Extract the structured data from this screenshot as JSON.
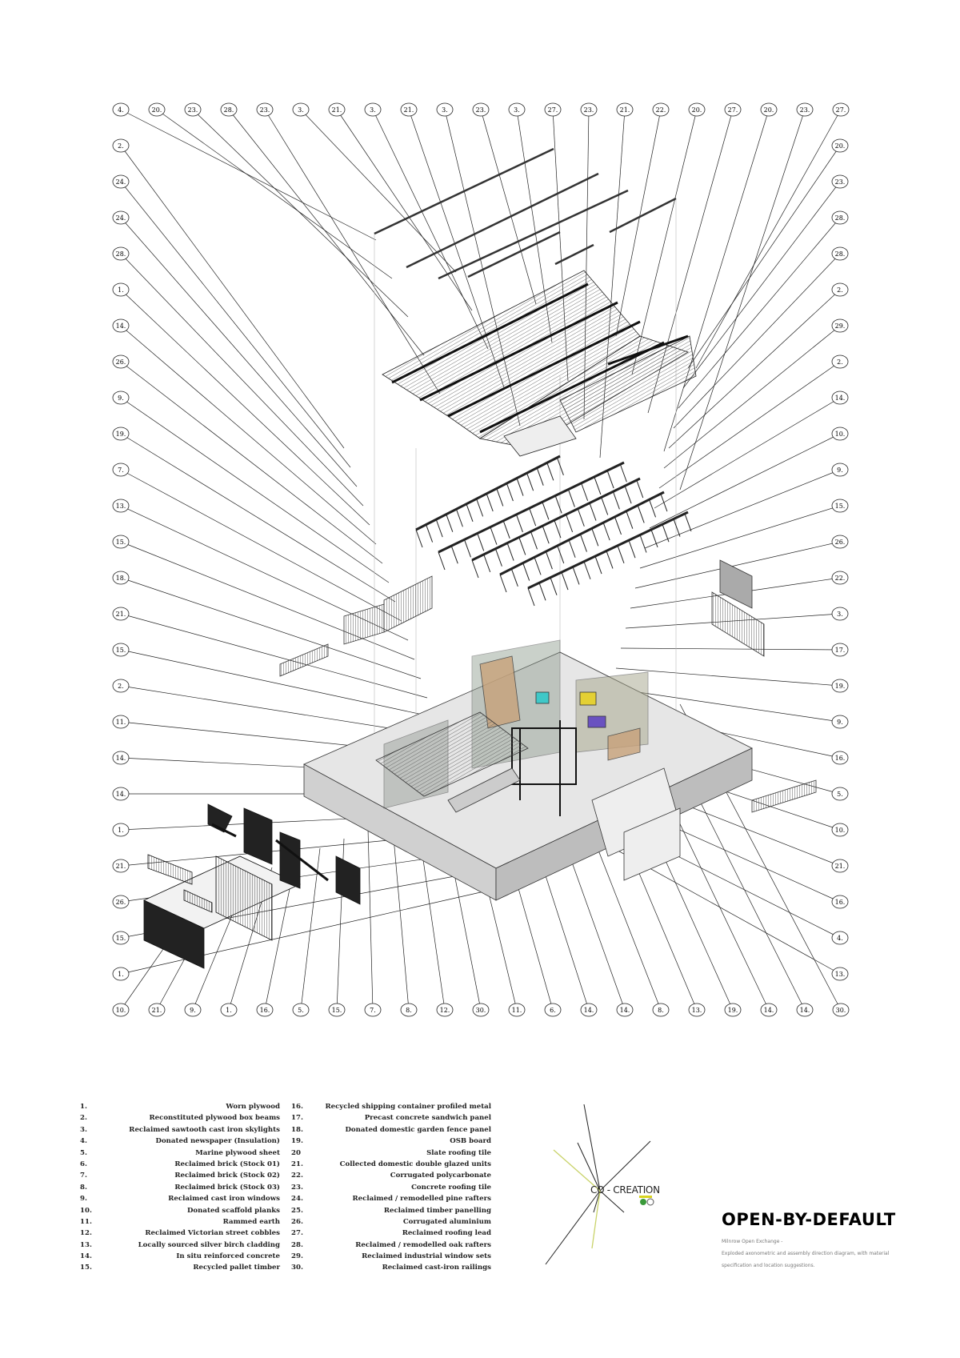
{
  "callouts": {
    "top": [
      "4.",
      "20.",
      "23.",
      "28.",
      "23.",
      "3.",
      "21.",
      "3.",
      "21.",
      "3.",
      "23.",
      "3.",
      "27.",
      "23.",
      "21.",
      "22.",
      "20.",
      "27.",
      "20.",
      "23.",
      "27."
    ],
    "left": [
      "2.",
      "24.",
      "24.",
      "28.",
      "1.",
      "14.",
      "26.",
      "9.",
      "19.",
      "7.",
      "13.",
      "15.",
      "18.",
      "21.",
      "15.",
      "2.",
      "11.",
      "14.",
      "14.",
      "1.",
      "21.",
      "26.",
      "15.",
      "1."
    ],
    "right": [
      "20.",
      "23.",
      "28.",
      "28.",
      "2.",
      "29.",
      "2.",
      "14.",
      "10.",
      "9.",
      "15.",
      "26.",
      "22.",
      "3.",
      "17.",
      "19.",
      "9.",
      "16.",
      "5.",
      "10.",
      "21.",
      "16.",
      "4.",
      "13."
    ],
    "bottom": [
      "10.",
      "21.",
      "9.",
      "1.",
      "16.",
      "5.",
      "15.",
      "7.",
      "8.",
      "12.",
      "30.",
      "11.",
      "6.",
      "14.",
      "14.",
      "8.",
      "13.",
      "19.",
      "14.",
      "14.",
      "30."
    ]
  },
  "legend": [
    {
      "num": "1.",
      "label": "Worn plywood"
    },
    {
      "num": "2.",
      "label": "Reconstituted plywood box beams"
    },
    {
      "num": "3.",
      "label": "Reclaimed sawtooth cast iron skylights"
    },
    {
      "num": "4.",
      "label": "Donated newspaper (Insulation)"
    },
    {
      "num": "5.",
      "label": "Marine plywood sheet"
    },
    {
      "num": "6.",
      "label": "Reclaimed brick (Stock 01)"
    },
    {
      "num": "7.",
      "label": "Reclaimed brick (Stock 02)"
    },
    {
      "num": "8.",
      "label": "Reclaimed brick (Stock 03)"
    },
    {
      "num": "9.",
      "label": "Reclaimed cast iron windows"
    },
    {
      "num": "10.",
      "label": "Donated scaffold planks"
    },
    {
      "num": "11.",
      "label": "Rammed earth"
    },
    {
      "num": "12.",
      "label": "Reclaimed Victorian street cobbles"
    },
    {
      "num": "13.",
      "label": "Locally sourced silver birch cladding"
    },
    {
      "num": "14.",
      "label": "In situ reinforced concrete"
    },
    {
      "num": "15.",
      "label": "Recycled pallet timber"
    },
    {
      "num": "16.",
      "label": "Recycled shipping container profiled metal"
    },
    {
      "num": "17.",
      "label": "Precast concrete sandwich panel"
    },
    {
      "num": "18.",
      "label": "Donated domestic garden fence panel"
    },
    {
      "num": "19.",
      "label": "OSB board"
    },
    {
      "num": "20",
      "label": "Slate roofing tile"
    },
    {
      "num": "21.",
      "label": "Collected domestic double glazed units"
    },
    {
      "num": "22.",
      "label": "Corrugated polycarbonate"
    },
    {
      "num": "23.",
      "label": "Concrete roofing tile"
    },
    {
      "num": "24.",
      "label": "Reclaimed / remodelled pine rafters"
    },
    {
      "num": "25.",
      "label": "Reclaimed timber panelling"
    },
    {
      "num": "26.",
      "label": "Corrugated aluminium"
    },
    {
      "num": "27.",
      "label": "Reclaimed roofing lead"
    },
    {
      "num": "28.",
      "label": "Reclaimed / remodelled oak rafters"
    },
    {
      "num": "29.",
      "label": "Reclaimed industrial window sets"
    },
    {
      "num": "30.",
      "label": "Reclaimed cast-iron railings"
    }
  ],
  "logo": {
    "text": "CO - CREATION",
    "accent": "#c9d36a",
    "green": "#3a9a3a"
  },
  "title": "OPEN-BY-DEFAULT",
  "subtitle": [
    "Milnrow Open Exchange -",
    "Exploded axonometric and assembly direction diagram, with material",
    "specification and location suggestions."
  ]
}
